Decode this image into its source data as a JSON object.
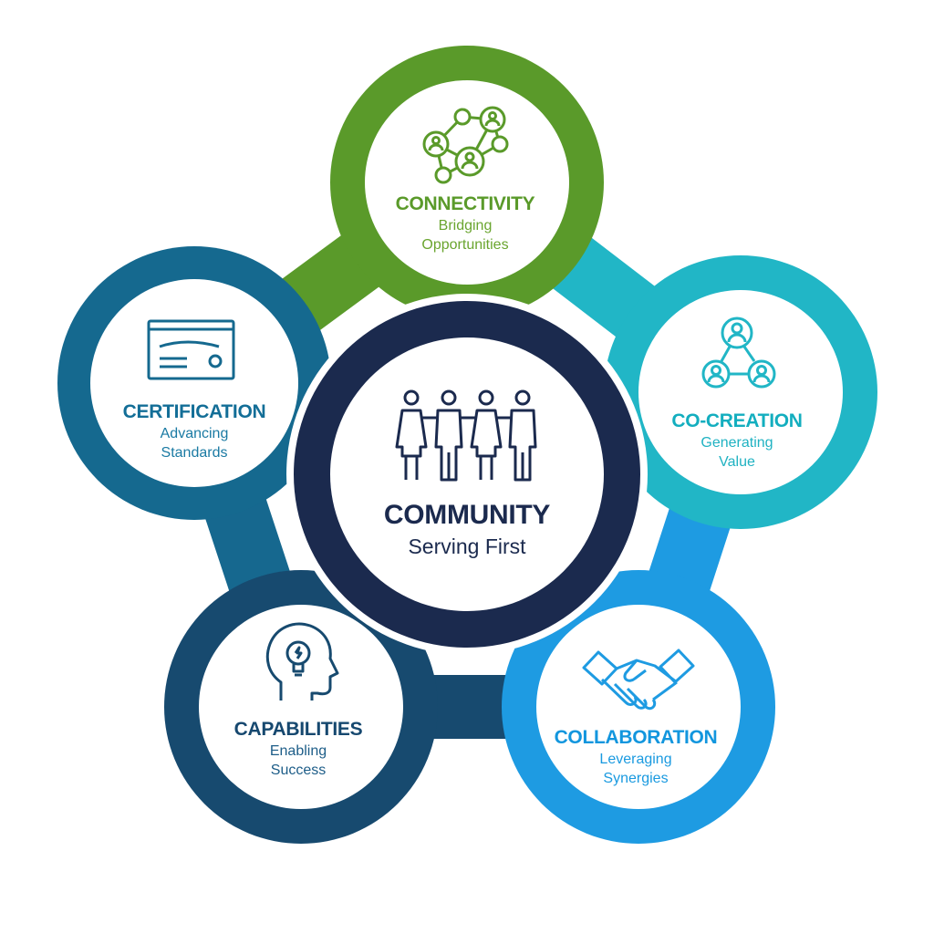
{
  "colors": {
    "community": "#1b2a4e",
    "connectivity": "#5a9a2a",
    "cocreation": "#13aebf",
    "collaboration": "#1296de",
    "capabilities": "#16486f",
    "certification": "#136e97"
  },
  "center": {
    "title": "COMMUNITY",
    "subtitle": "Serving First",
    "icon": "people-group-icon"
  },
  "nodes": {
    "connectivity": {
      "title": "CONNECTIVITY",
      "line1": "Bridging",
      "line2": "Opportunities",
      "icon": "network-icon"
    },
    "cocreation": {
      "title": "CO-CREATION",
      "line1": "Generating",
      "line2": "Value",
      "icon": "team-hierarchy-icon"
    },
    "collaboration": {
      "title": "COLLABORATION",
      "line1": "Leveraging",
      "line2": "Synergies",
      "icon": "handshake-icon"
    },
    "capabilities": {
      "title": "CAPABILITIES",
      "line1": "Enabling",
      "line2": "Success",
      "icon": "head-lightbulb-icon"
    },
    "certification": {
      "title": "CERTIFICATION",
      "line1": "Advancing",
      "line2": "Standards",
      "icon": "certificate-icon"
    }
  }
}
